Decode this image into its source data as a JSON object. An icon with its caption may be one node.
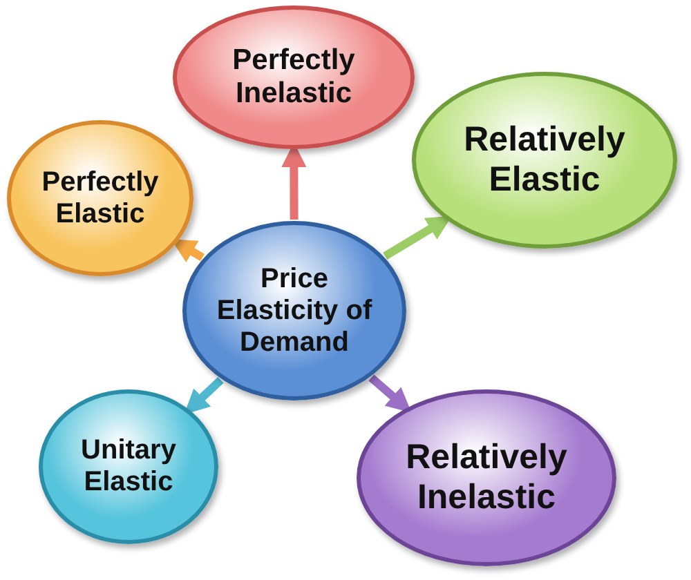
{
  "diagram": {
    "nodes": [
      {
        "text": [
          "Price Elasticity of Demand"
        ]
      },
      {
        "text": [
          "Perfectly Inelastic"
        ]
      },
      {
        "text": [
          "Relatively Elastic"
        ]
      },
      {
        "text": [
          "Perfectly Elastic"
        ]
      },
      {
        "text": [
          "Unitary Elastic"
        ]
      },
      {
        "text": [
          "Relatively Inelastic"
        ]
      }
    ],
    "edges": [
      {
        "from": 0,
        "to": 1,
        "arrow": "to",
        "color": "#e57373"
      },
      {
        "from": 0,
        "to": 2,
        "arrow": "to",
        "color": "#9ccc65"
      },
      {
        "from": 0,
        "to": 3,
        "arrow": "to",
        "color": "#f5a742"
      },
      {
        "from": 0,
        "to": 4,
        "arrow": "to",
        "color": "#4fb8d0"
      },
      {
        "from": 0,
        "to": 5,
        "arrow": "to",
        "color": "#9b6fc6"
      }
    ]
  }
}
